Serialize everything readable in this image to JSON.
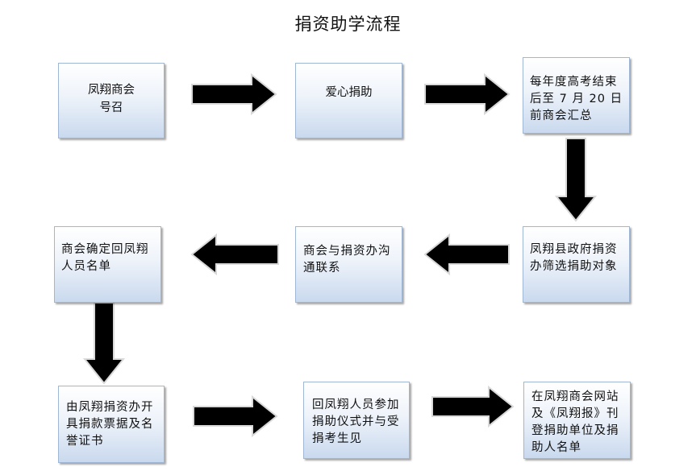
{
  "title": "捐资助学流程",
  "steps": [
    {
      "id": "s1",
      "lines": [
        "凤翔商会",
        "",
        "号召"
      ]
    },
    {
      "id": "s2",
      "lines": [
        "爱心捐助"
      ]
    },
    {
      "id": "s3",
      "lines": [
        "每年度高考结束后至 7 月 20 日前商会汇总"
      ]
    },
    {
      "id": "s4",
      "lines": [
        "凤翔县政府捐资办筛选捐助对象"
      ]
    },
    {
      "id": "s5",
      "lines": [
        "商会与捐资办沟通联系"
      ]
    },
    {
      "id": "s6",
      "lines": [
        "商会确定回凤翔人员名单"
      ]
    },
    {
      "id": "s7",
      "lines": [
        "由凤翔捐资办开具捐款票据及名誉证书"
      ]
    },
    {
      "id": "s8",
      "lines": [
        "回凤翔人员参加捐助仪式并与受捐考生见"
      ]
    },
    {
      "id": "s9",
      "lines": [
        "在凤翔商会网站及《凤翔报》刊登捐助单位及捐助人名单"
      ]
    }
  ],
  "colors": {
    "arrow_fill": "#000000",
    "arrow_outline": "#d9d9d9",
    "box_border": "#9fb6d4"
  }
}
